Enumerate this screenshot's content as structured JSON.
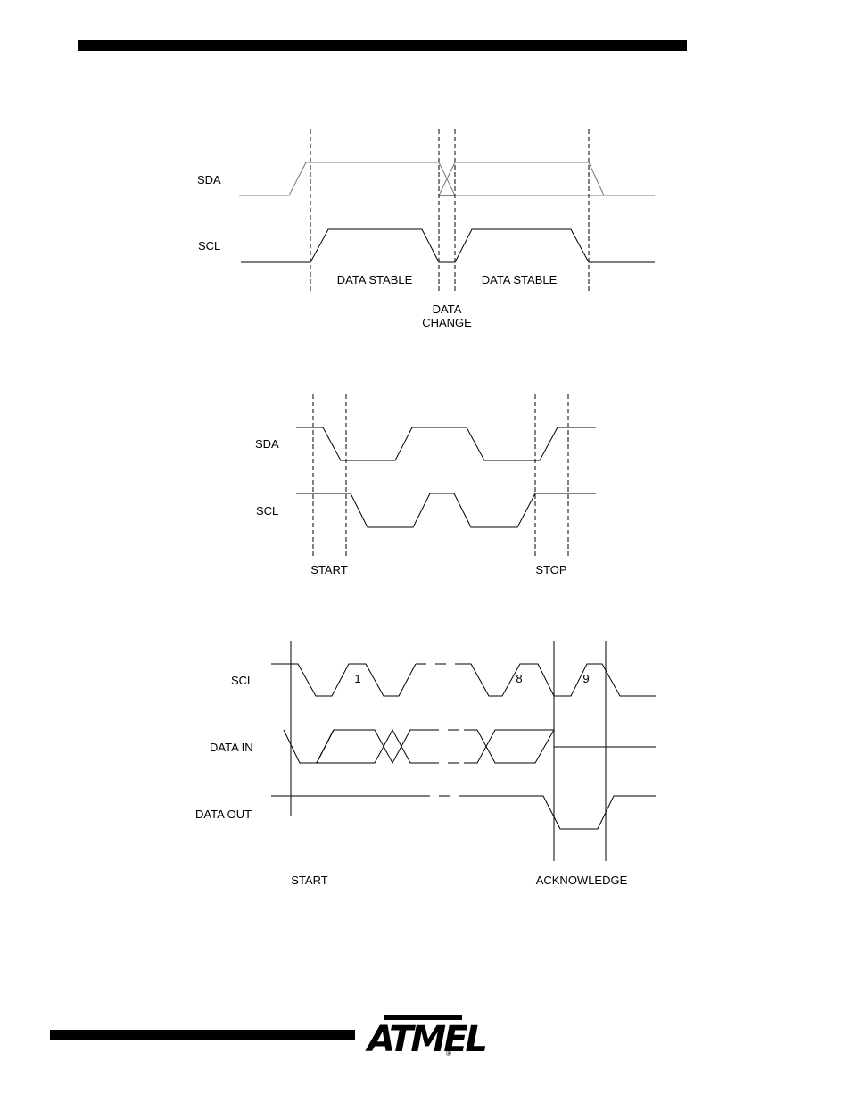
{
  "figure1": {
    "sda_label": "SDA",
    "scl_label": "SCL",
    "stable_left": "DATA STABLE",
    "stable_right": "DATA STABLE",
    "change_line1": "DATA",
    "change_line2": "CHANGE"
  },
  "figure2": {
    "sda_label": "SDA",
    "scl_label": "SCL",
    "start_label": "START",
    "stop_label": "STOP"
  },
  "figure3": {
    "scl_label": "SCL",
    "data_in_label": "DATA  IN",
    "data_out_label": "DATA  OUT",
    "pulse_1": "1",
    "pulse_8": "8",
    "pulse_9": "9",
    "start_label": "START",
    "ack_label": "ACKNOWLEDGE"
  },
  "footer": {
    "logo_text": "ATMEL",
    "registered_mark": "®"
  }
}
